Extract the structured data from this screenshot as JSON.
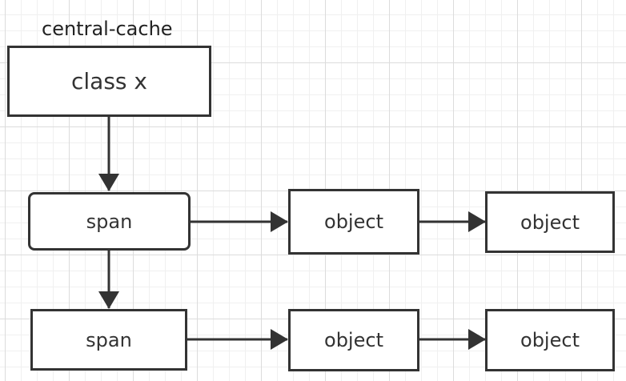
{
  "title_label": "central-cache",
  "nodes": {
    "class_box": "class x",
    "span_1": "span",
    "span_2": "span",
    "object_1_1": "object",
    "object_1_2": "object",
    "object_2_1": "object",
    "object_2_2": "object"
  },
  "colors": {
    "stroke": "#333333",
    "grid_major": "#dcdcdc",
    "grid_minor": "#f0f0f0"
  }
}
